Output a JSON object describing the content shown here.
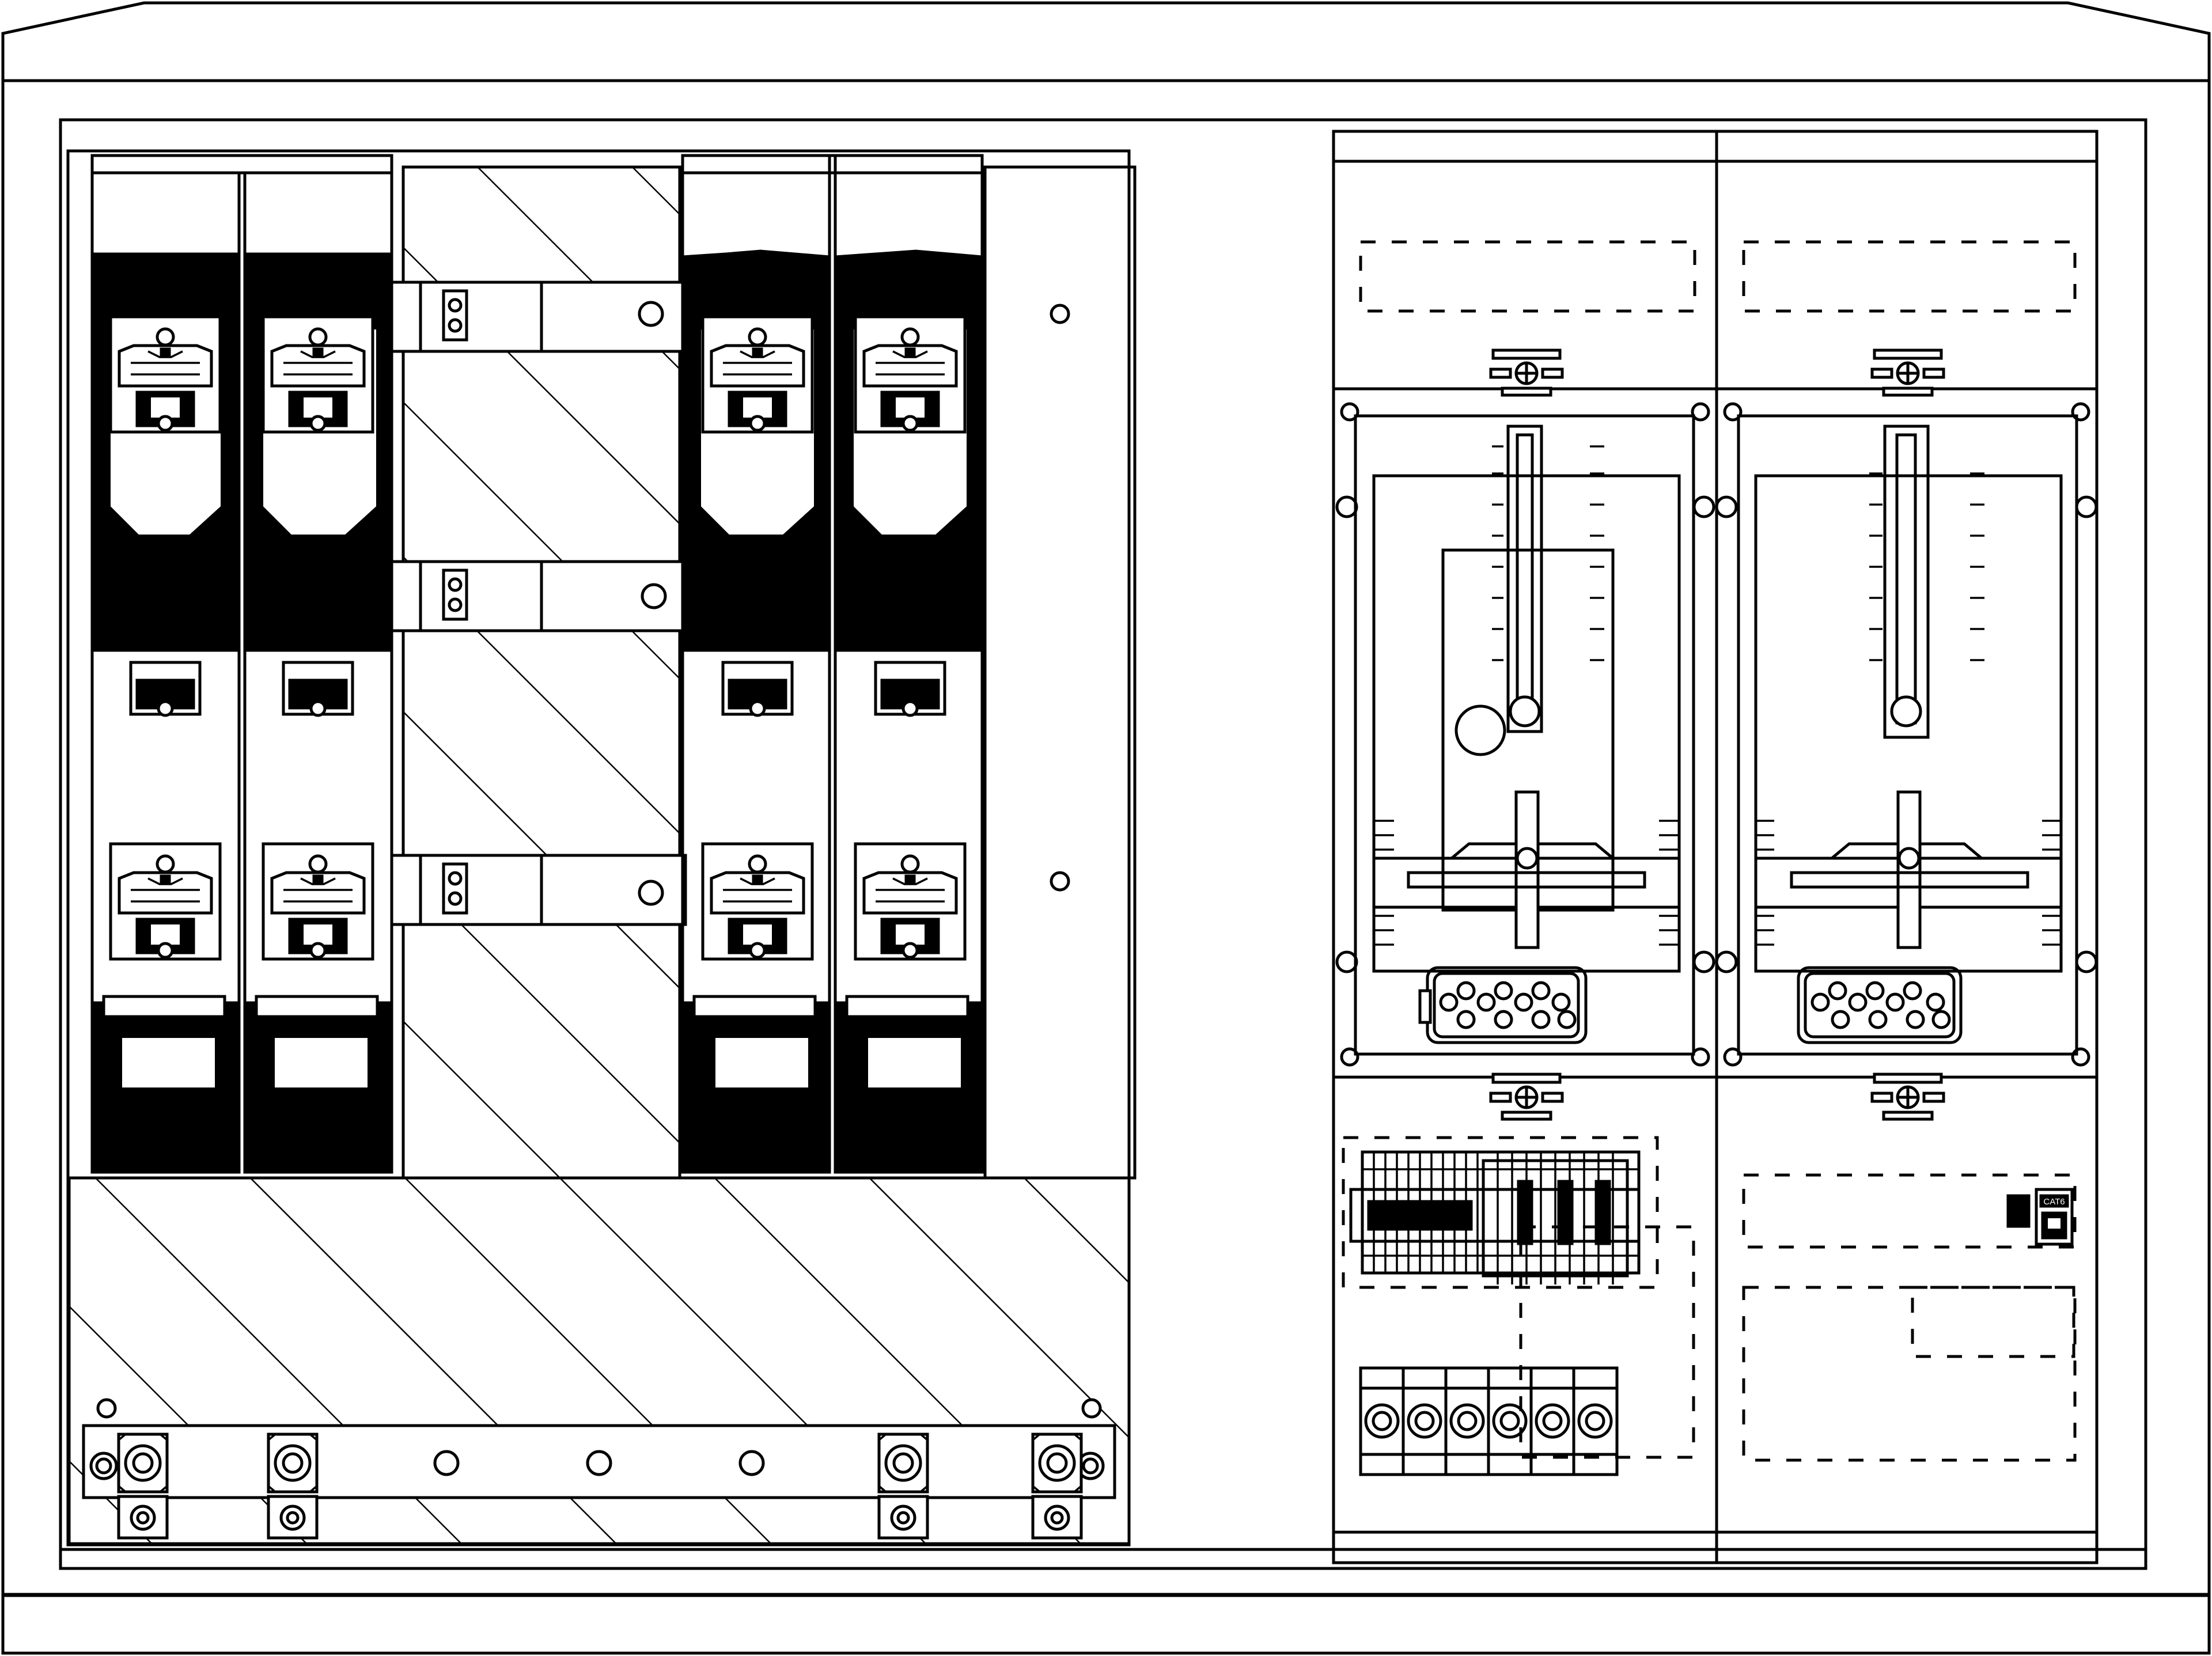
{
  "title": "",
  "cabinet": {
    "left_section": {
      "fuse_switch_columns": 4,
      "hatched_cover_panels": 2,
      "busbar_connectors": 3,
      "ground_terminals": 4
    },
    "right_section": {
      "meter_bays": 2,
      "terminal_blocks": 1,
      "network_jack_label": "CAT6"
    }
  },
  "colors": {
    "line": "#000000",
    "background": "#ffffff"
  },
  "icons": [
    "fuse-switch-icon",
    "meter-icon",
    "terminal-block-icon",
    "network-jack-icon",
    "screw-icon"
  ]
}
